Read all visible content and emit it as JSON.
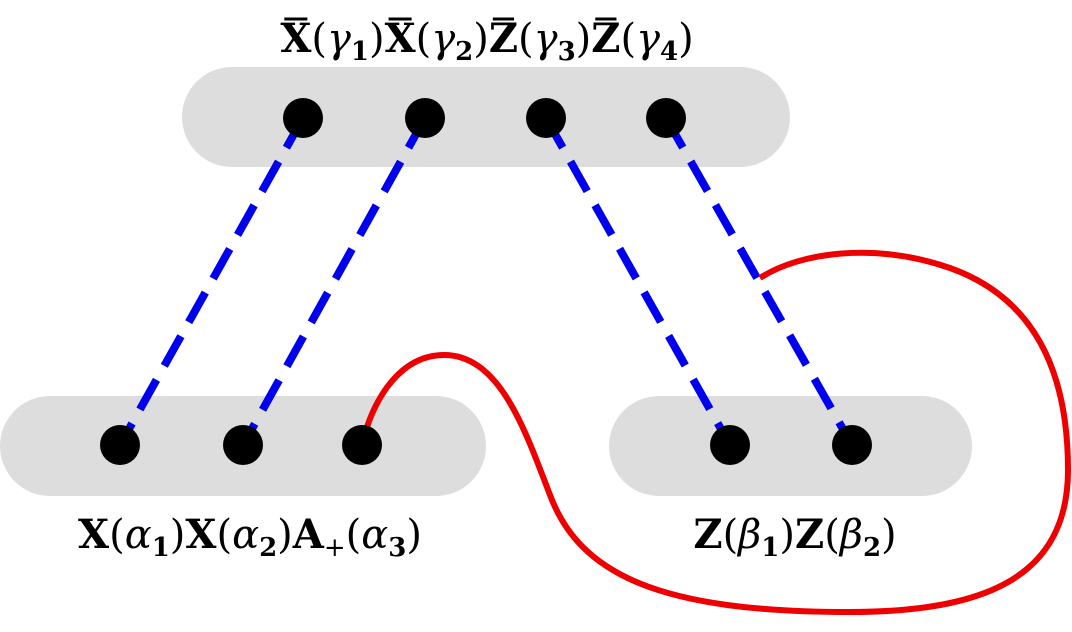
{
  "colors": {
    "group_fill": "#dddddd",
    "node": "#000000",
    "contraction": "#0000ee",
    "propagator": "#ee0000"
  },
  "labels": {
    "top": {
      "f1": "X",
      "a1": "(",
      "g1": "γ",
      "s1": "1",
      "c1": ")",
      "f2": "X",
      "a2": "(",
      "g2": "γ",
      "s2": "2",
      "c2": ")",
      "f3": "Z",
      "a3": "(",
      "g3": "γ",
      "s3": "3",
      "c3": ")",
      "f4": "Z",
      "a4": "(",
      "g4": "γ",
      "s4": "4",
      "c4": ")"
    },
    "left": {
      "f1": "X",
      "a1": "(",
      "g1": "α",
      "s1": "1",
      "c1": ")",
      "f2": "X",
      "a2": "(",
      "g2": "α",
      "s2": "2",
      "c2": ")",
      "f3": "A",
      "p3": "+",
      "a3": "(",
      "g3": "α",
      "s3": "3",
      "c3": ")"
    },
    "right": {
      "f1": "Z",
      "a1": "(",
      "g1": "β",
      "s1": "1",
      "c1": ")",
      "f2": "Z",
      "a2": "(",
      "g2": "β",
      "s2": "2",
      "c2": ")"
    }
  }
}
